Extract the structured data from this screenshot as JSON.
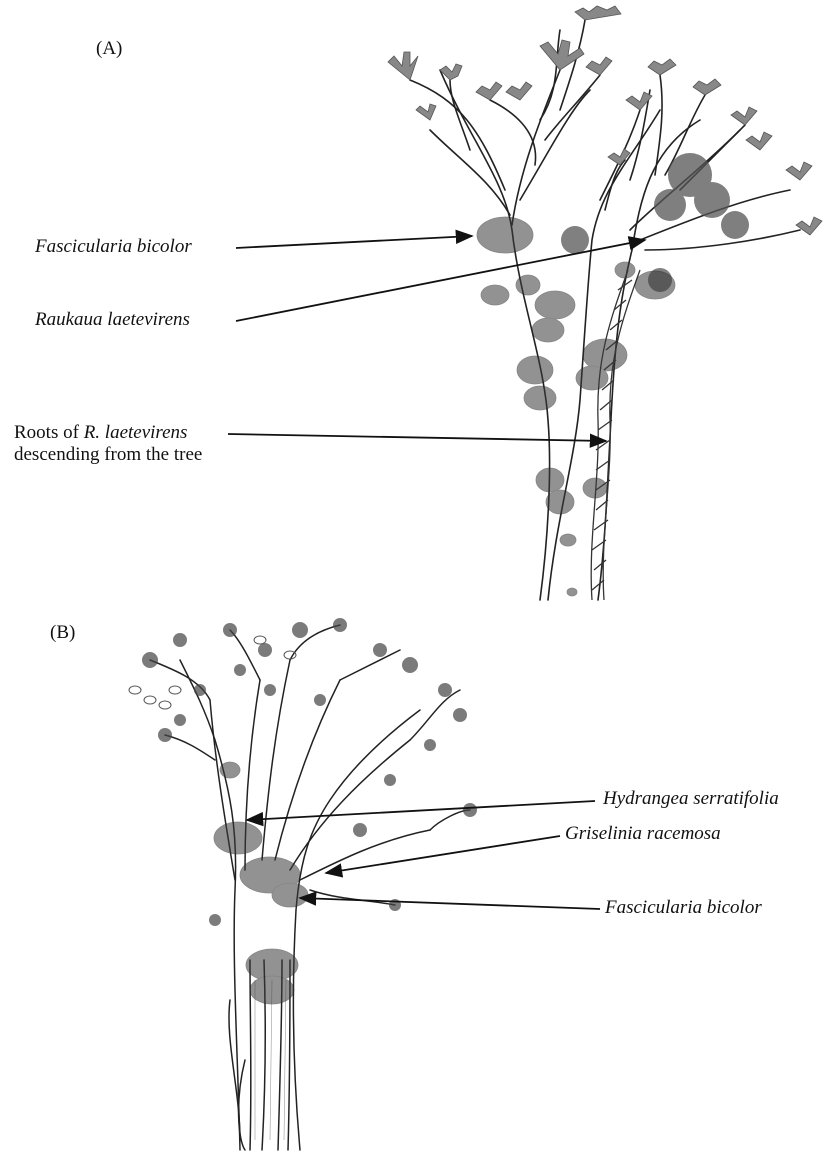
{
  "panel_a": {
    "label": "(A)",
    "annotations": [
      {
        "text": "Fascicularia bicolor"
      },
      {
        "text": "Raukaua laetevirens"
      },
      {
        "line1_prefix": "Roots of ",
        "line1_italic": "R. laetevirens",
        "line2": "descending from the tree"
      }
    ]
  },
  "panel_b": {
    "label": "(B)",
    "annotations": [
      {
        "text": "Hydrangea serratifolia"
      },
      {
        "text": "Griselinia racemosa"
      },
      {
        "text": "Fascicularia bicolor"
      }
    ]
  },
  "colors": {
    "ink": "#1a1a1a",
    "epiphyte_fill": "#3a3a3a",
    "background": "#ffffff"
  }
}
